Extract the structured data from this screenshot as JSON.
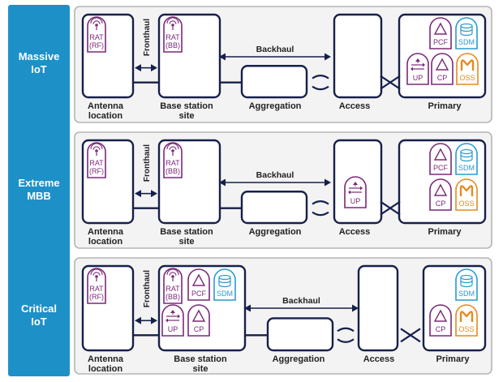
{
  "colors": {
    "sidebar": "#1e90c8",
    "node_border": "#16204a",
    "panel_border": "#b5b5b5",
    "panel_fill": "#f3f3f3",
    "purple": "#7a2a78",
    "blue": "#2a9ad0",
    "orange": "#e58a1f",
    "label": "#222222"
  },
  "rows": [
    {
      "name": "Massive\nIoT",
      "fronthaul": "Fronthaul",
      "backhaul": "Backhaul",
      "antenna": "Antenna\nlocation",
      "base_station": "Base station\nsite",
      "aggregation": "Aggregation",
      "access": "Access",
      "primary": "Primary",
      "rat_rf": [
        "RAT",
        "(RF)"
      ],
      "rat_bb": [
        "RAT",
        "(BB)"
      ],
      "functions": {
        "base": [],
        "access": [],
        "primary": [
          {
            "label": "PCF",
            "icon": "triangle-icon",
            "color": "purple"
          },
          {
            "label": "SDM",
            "icon": "database-icon",
            "color": "blue"
          },
          {
            "label": "UP",
            "icon": "user-plane-icon",
            "color": "purple"
          },
          {
            "label": "CP",
            "icon": "triangle-icon",
            "color": "purple"
          },
          {
            "label": "OSS",
            "icon": "oss-icon",
            "color": "orange"
          }
        ]
      }
    },
    {
      "name": "Extreme\nMBB",
      "fronthaul": "Fronthaul",
      "backhaul": "Backhaul",
      "antenna": "Antenna\nlocation",
      "base_station": "Base station\nsite",
      "aggregation": "Aggregation",
      "access": "Access",
      "primary": "Primary",
      "rat_rf": [
        "RAT",
        "(RF)"
      ],
      "rat_bb": [
        "RAT",
        "(BB)"
      ],
      "functions": {
        "base": [],
        "access": [
          {
            "label": "UP",
            "icon": "user-plane-icon",
            "color": "purple"
          }
        ],
        "primary": [
          {
            "label": "PCF",
            "icon": "triangle-icon",
            "color": "purple"
          },
          {
            "label": "SDM",
            "icon": "database-icon",
            "color": "blue"
          },
          {
            "label": "CP",
            "icon": "triangle-icon",
            "color": "purple"
          },
          {
            "label": "OSS",
            "icon": "oss-icon",
            "color": "orange"
          }
        ]
      }
    },
    {
      "name": "Critical\nIoT",
      "fronthaul": "Fronthaul",
      "backhaul": "Backhaul",
      "antenna": "Antenna\nlocation",
      "base_station": "Base station\nsite",
      "aggregation": "Aggregation",
      "access": "Access",
      "primary": "Primary",
      "rat_rf": [
        "RAT",
        "(RF)"
      ],
      "rat_bb": [
        "RAT",
        "(BB)"
      ],
      "functions": {
        "base": [
          {
            "label": "PCF",
            "icon": "triangle-icon",
            "color": "purple"
          },
          {
            "label": "SDM",
            "icon": "database-icon",
            "color": "blue"
          },
          {
            "label": "UP",
            "icon": "user-plane-icon",
            "color": "purple"
          },
          {
            "label": "CP",
            "icon": "triangle-icon",
            "color": "purple"
          }
        ],
        "access": [],
        "primary": [
          {
            "label": "SDM",
            "icon": "database-icon",
            "color": "blue"
          },
          {
            "label": "CP",
            "icon": "triangle-icon",
            "color": "purple"
          },
          {
            "label": "OSS",
            "icon": "oss-icon",
            "color": "orange"
          }
        ]
      }
    }
  ]
}
